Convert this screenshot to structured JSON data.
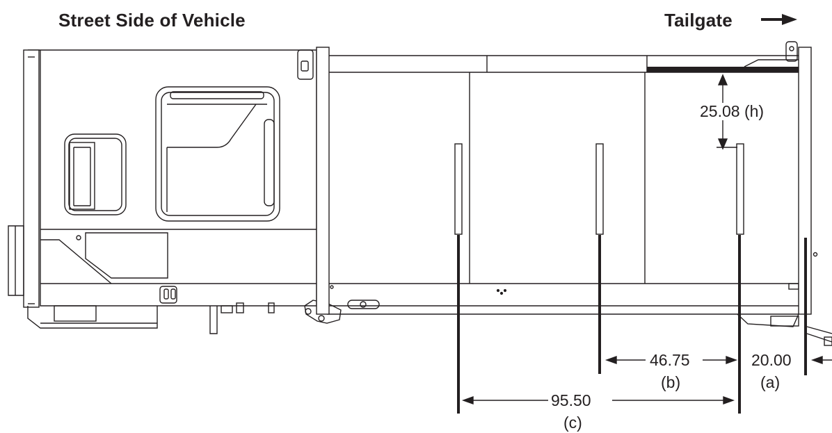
{
  "headings": {
    "street_side": "Street Side of Vehicle",
    "tailgate": "Tailgate"
  },
  "icons": {
    "tailgate_direction": "arrow-right-icon"
  },
  "dimensions": {
    "height": {
      "value": "25.08",
      "tag": "(h)"
    },
    "a": {
      "value": "20.00",
      "tag": "(a)"
    },
    "b": {
      "value": "46.75",
      "tag": "(b)"
    },
    "c": {
      "value": "95.50",
      "tag": "(c)"
    }
  },
  "colors": {
    "ink": "#231f20",
    "panel": "#ffffff"
  }
}
